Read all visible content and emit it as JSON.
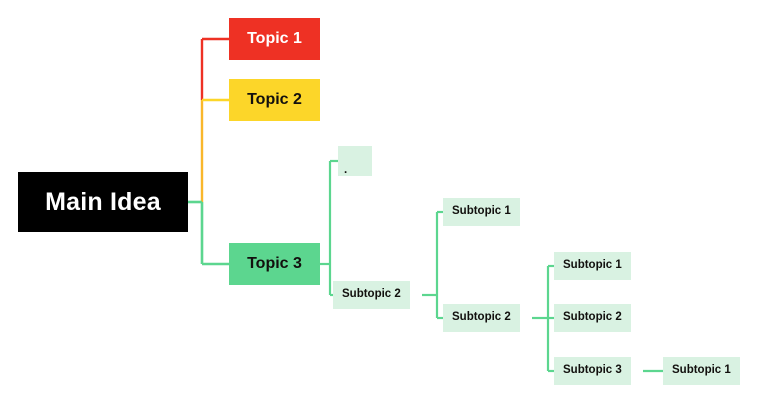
{
  "diagram": {
    "type": "mind-map",
    "background": "#ffffff",
    "palette": {
      "root": "#000000",
      "root_text": "#ffffff",
      "topic1": "#ee3124",
      "topic1_text": "#ffffff",
      "topic2": "#fcd629",
      "topic2_text": "#12100e",
      "topic3": "#5cd68f",
      "topic3_text": "#12100e",
      "subtopic": "#d9f2e2",
      "subtopic_text": "#12100e",
      "connector_red": "#ee3124",
      "connector_yellow": "#f9b72b",
      "connector_green": "#5cd68f"
    },
    "root": {
      "label": "Main Idea"
    },
    "topics": [
      {
        "id": "topic1",
        "label": "Topic 1"
      },
      {
        "id": "topic2",
        "label": "Topic 2"
      },
      {
        "id": "topic3",
        "label": "Topic 3"
      }
    ],
    "branches": {
      "topic3_children": [
        {
          "id": "dot",
          "label": "."
        },
        {
          "id": "s2a",
          "label": "Subtopic 2"
        }
      ],
      "s2a_children": [
        {
          "id": "s1b",
          "label": "Subtopic 1"
        },
        {
          "id": "s2b",
          "label": "Subtopic 2"
        }
      ],
      "s2b_children": [
        {
          "id": "s1c",
          "label": "Subtopic 1"
        },
        {
          "id": "s2c",
          "label": "Subtopic 2"
        },
        {
          "id": "s3c",
          "label": "Subtopic 3"
        }
      ],
      "s3c_children": [
        {
          "id": "s1d",
          "label": "Subtopic 1"
        }
      ]
    }
  }
}
